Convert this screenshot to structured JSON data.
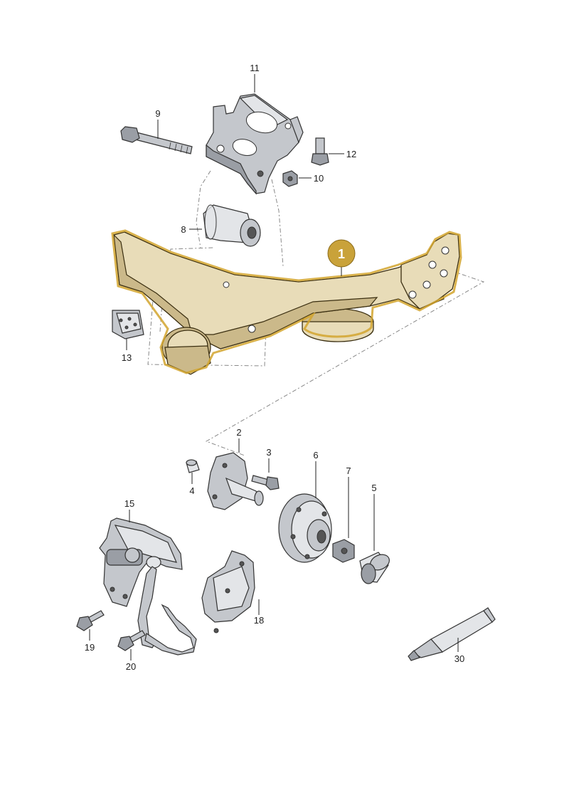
{
  "diagram": {
    "highlight_callout": "1",
    "highlight_color": "#c9a23a",
    "part_numbers": [
      "11",
      "9",
      "12",
      "10",
      "8",
      "13",
      "2",
      "3",
      "6",
      "7",
      "5",
      "4",
      "15",
      "18",
      "19",
      "20",
      "30"
    ]
  }
}
